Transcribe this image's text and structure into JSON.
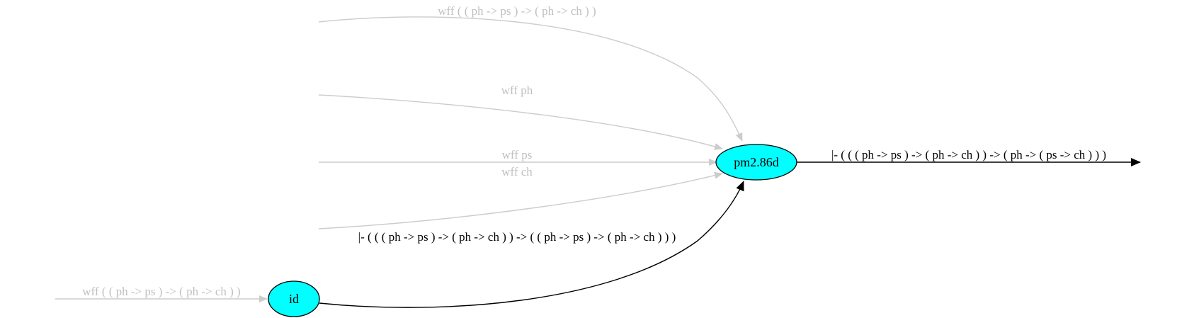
{
  "colors": {
    "node_fill": "#00ffff",
    "node_stroke": "#000000",
    "dim_edge": "#cccccc",
    "dim_text": "#c0c0c0",
    "main_edge": "#000000",
    "main_text": "#000000"
  },
  "nodes": {
    "main": "pm2.86d",
    "id": "id"
  },
  "edges": {
    "in_hyp_imp": "wff ( ( ph -> ps ) -> ( ph -> ch ) )",
    "in_ph": "wff ph",
    "in_ps": "wff ps",
    "in_ch": "wff ch",
    "from_id": "|- ( ( ( ph -> ps ) -> ( ph -> ch ) ) -> ( ( ph -> ps ) -> ( ph -> ch ) ) )",
    "into_id": "wff ( ( ph -> ps ) -> ( ph -> ch ) )",
    "output": "|- ( ( ( ph -> ps ) -> ( ph -> ch ) ) -> ( ph -> ( ps -> ch ) ) )"
  }
}
